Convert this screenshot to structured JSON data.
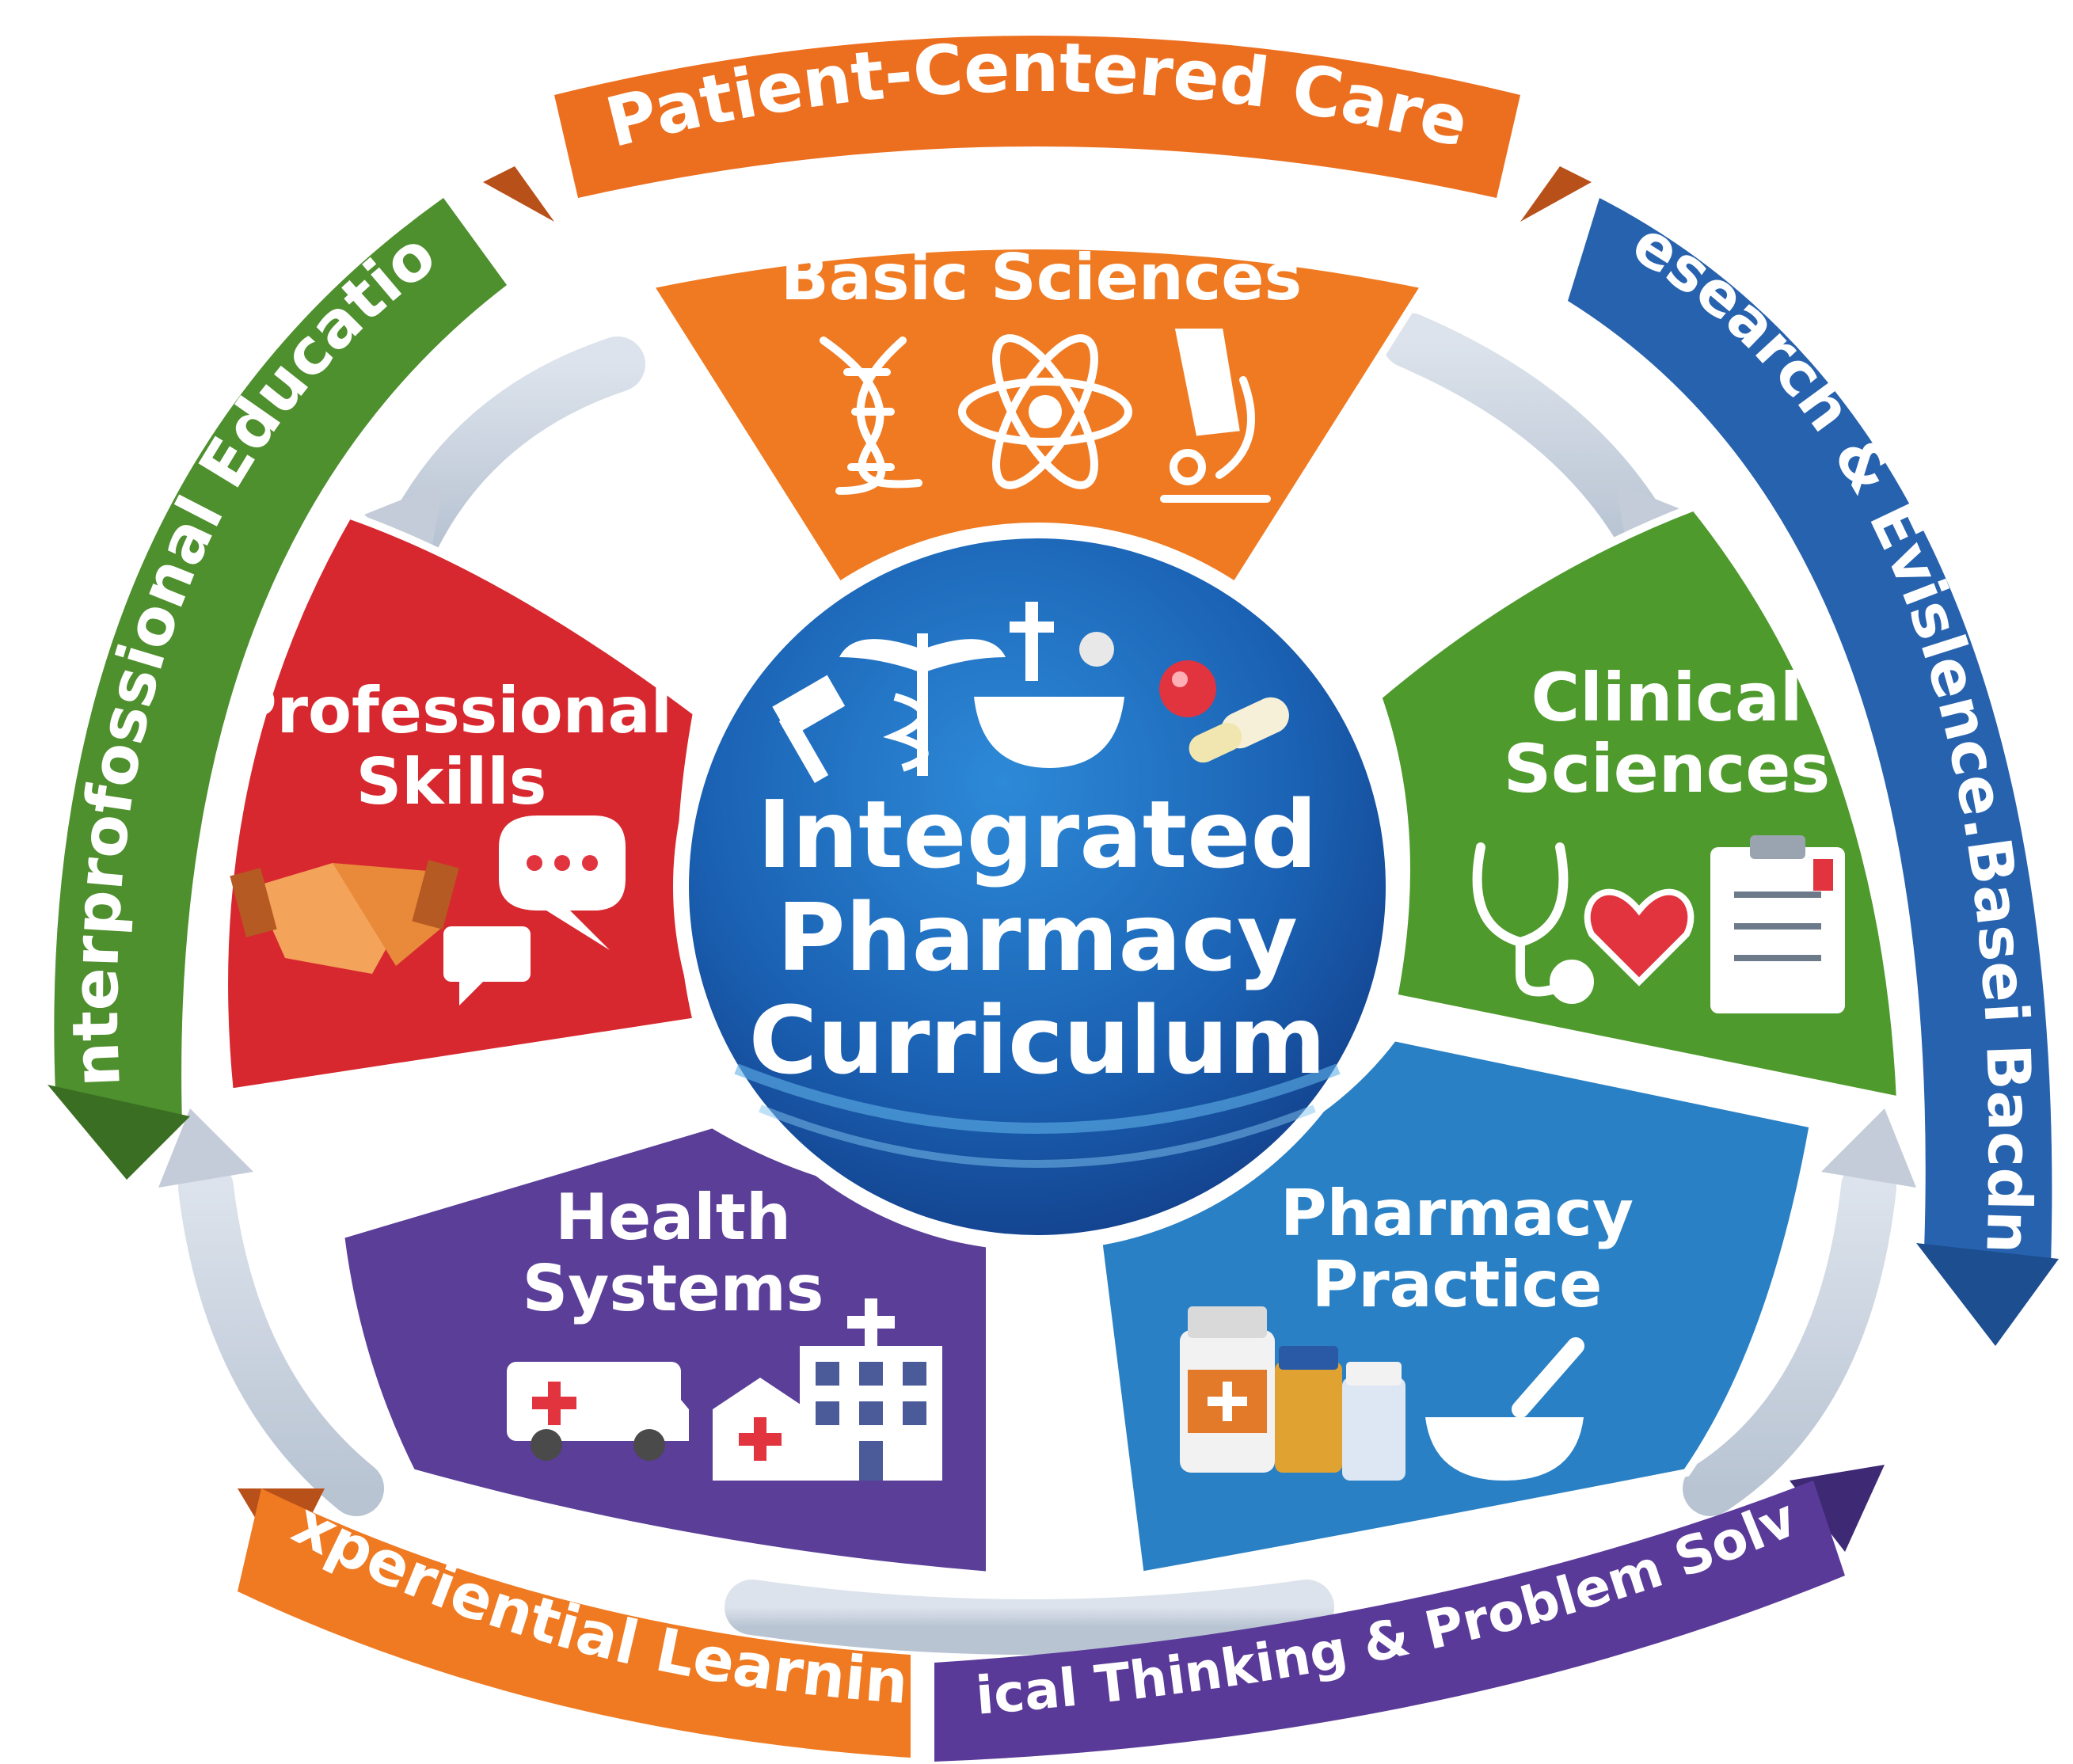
{
  "center": {
    "line1": "Integrated",
    "line2": "Pharmacy",
    "line3": "Curriculum"
  },
  "segments": {
    "basic_sciences": {
      "label": "Basic Sciences",
      "color": "#EF7A22"
    },
    "clinical_sciences": {
      "line1": "Clinical",
      "line2": "Sciences",
      "color": "#4E9A2C"
    },
    "pharmacy_practice": {
      "line1": "Pharmacy",
      "line2": "Practice",
      "color": "#2A80C4"
    },
    "health_systems": {
      "line1": "Health",
      "line2": "Systems",
      "color": "#5A3E98"
    },
    "professional_skills": {
      "line1": "Professional",
      "line2": "Skills",
      "color": "#D7282F"
    }
  },
  "ribbons": {
    "top": {
      "label": "Patient-Centered Care",
      "color": "#EC6E1F"
    },
    "left": {
      "label": "Interprofossional Education",
      "color": "#4E8F2E"
    },
    "right": {
      "label": "Research & Evislence.Basei Bacdno",
      "color": "#2762AE"
    },
    "bottom_left": {
      "label": "Experiential Learning",
      "color": "#EF7A22"
    },
    "bottom_right": {
      "label": "Critical Thinking & Problem Solving",
      "color": "#5A3A98"
    }
  },
  "icons": {
    "basic_sciences": [
      "dna-icon",
      "atom-icon",
      "microscope-icon"
    ],
    "clinical_sciences": [
      "stethoscope-icon",
      "heart-icon",
      "clipboard-icon"
    ],
    "pharmacy_practice": [
      "medicine-bottle-icon",
      "mortar-pestle-icon"
    ],
    "health_systems": [
      "ambulance-icon",
      "hospital-icon"
    ],
    "professional_skills": [
      "handshake-icon",
      "speech-bubble-icon"
    ],
    "center": [
      "caduceus-icon",
      "mortar-bowl-icon",
      "pills-icon"
    ]
  }
}
